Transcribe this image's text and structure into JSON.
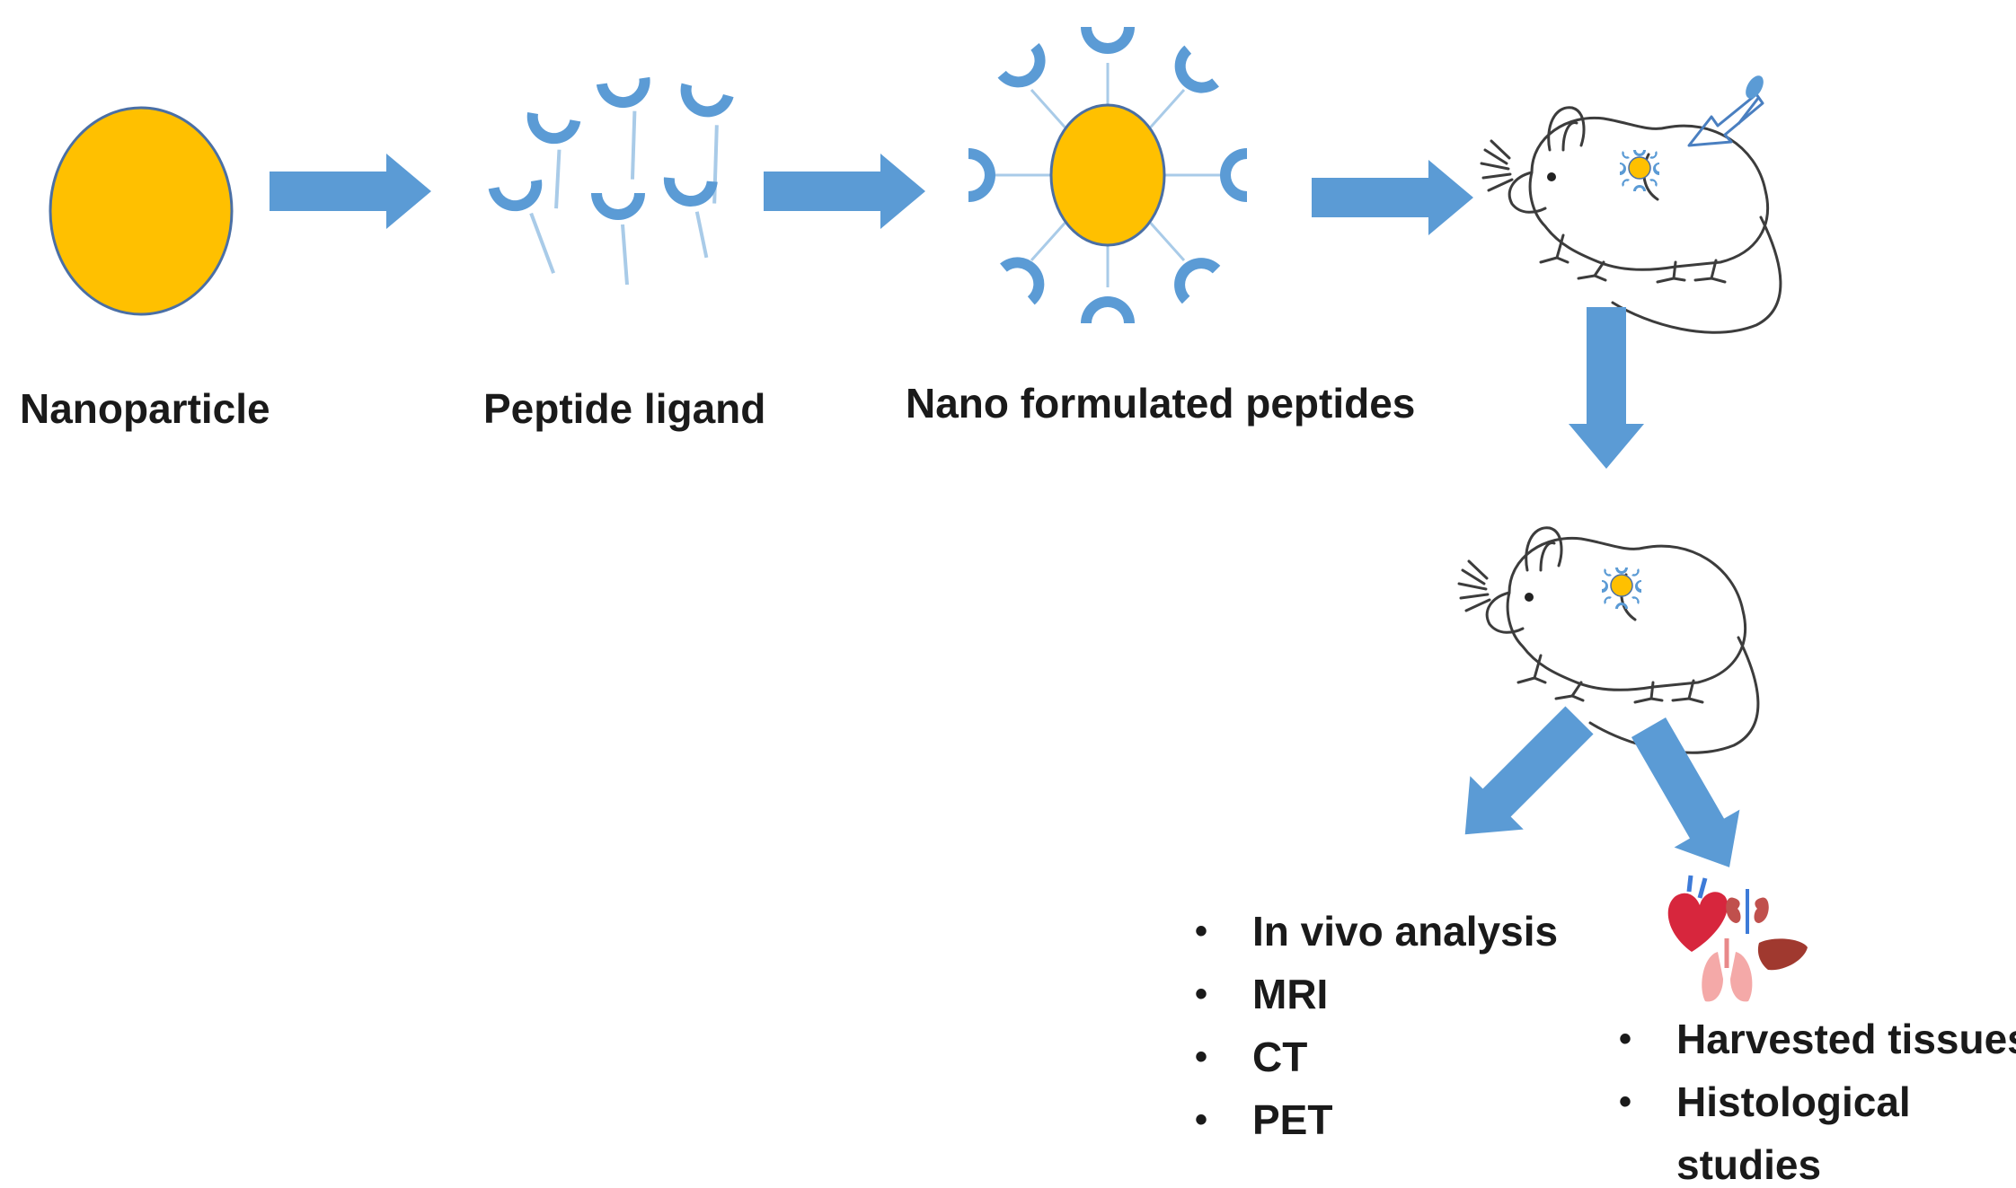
{
  "colors": {
    "particle": "#FFC000",
    "particle_outline": "#4a6fa5",
    "ligand": "#5b9bd5",
    "arrow": "#5b9bd5",
    "mouse_outline": "#3c3c3c"
  },
  "labels": {
    "nanoparticle": "Nanoparticle",
    "peptide_ligand": "Peptide ligand",
    "nano_formulated": "Nano formulated peptides"
  },
  "imaging": {
    "items": [
      "In vivo analysis",
      "MRI",
      "CT",
      "PET"
    ]
  },
  "tissues": {
    "items": [
      "Harvested tissues",
      "Histological studies"
    ]
  },
  "icons": [
    "mouse-icon",
    "syringe-icon",
    "organs-icon"
  ]
}
